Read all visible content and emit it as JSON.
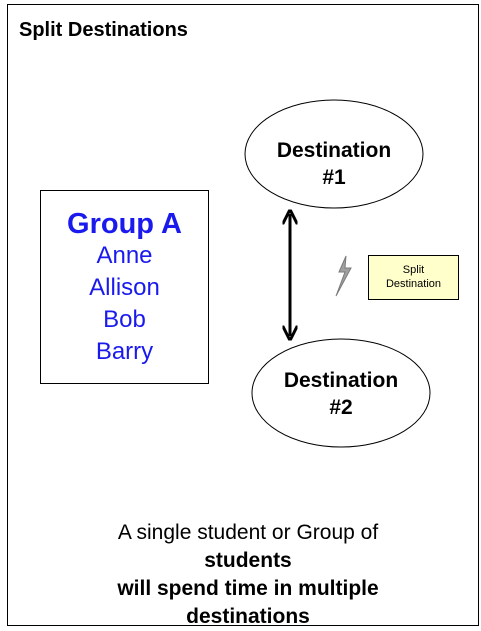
{
  "title": "Split Destinations",
  "group": {
    "name": "Group A",
    "members": [
      "Anne",
      "Allison",
      "Bob",
      "Barry"
    ]
  },
  "destinations": [
    {
      "line1": "Destination",
      "line2": "#1"
    },
    {
      "line1": "Destination",
      "line2": "#2"
    }
  ],
  "split_icon": "lightning-bolt-icon",
  "tooltip": {
    "line1": "Split",
    "line2": "Destination"
  },
  "caption": {
    "part1": "A single student or Group of",
    "part2": "students",
    "line2": "will spend time in multiple",
    "line3": "destinations"
  },
  "colors": {
    "group_text": "#1a1aee",
    "tooltip_bg": "#ffffcc",
    "icon_grey": "#a0a0a0"
  }
}
